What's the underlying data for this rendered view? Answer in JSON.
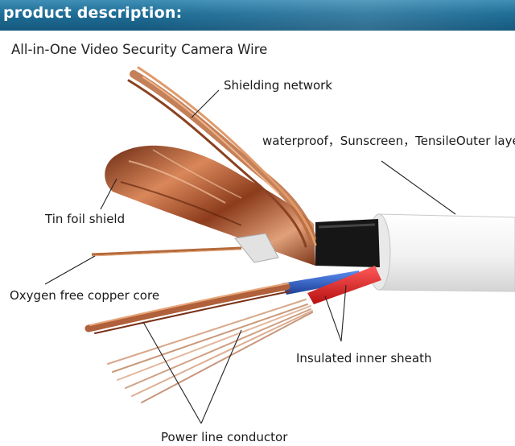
{
  "header": {
    "title": "product description:"
  },
  "subtitle": "All-in-One Video Security Camera Wire",
  "labels": {
    "shielding_network": "Shielding network",
    "outer_layer": "waterproof，Sunscreen，TensileOuter layer",
    "tin_foil": "Tin foil shield",
    "copper_core": "Oxygen free copper core",
    "inner_sheath": "Insulated inner sheath",
    "power_conductor": "Power line conductor"
  },
  "colors": {
    "header": "#1f6e97",
    "copper": "#c0703f",
    "jacket": "#f4f4f4",
    "red_wire": "#e02020",
    "blue_wire": "#2d5fc4"
  }
}
